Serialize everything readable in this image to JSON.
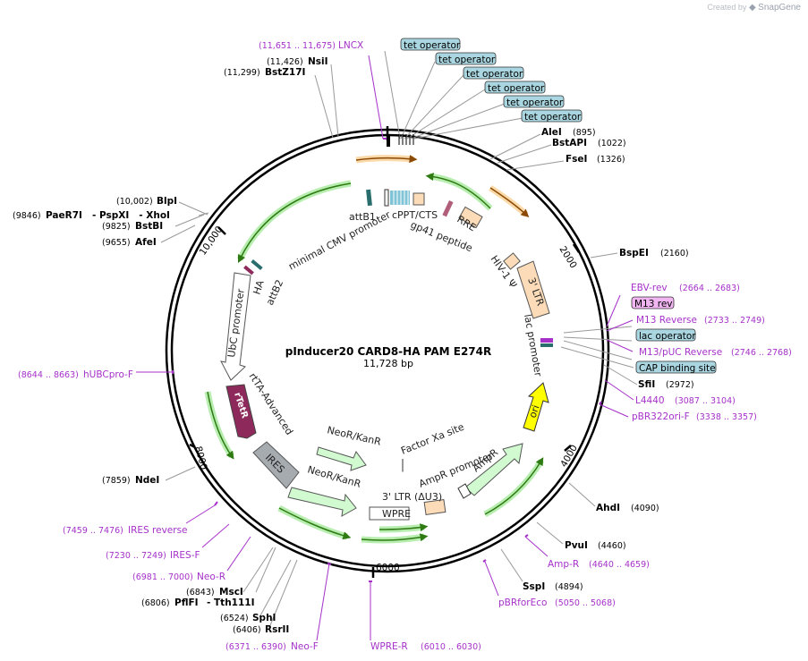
{
  "credit": {
    "prefix": "Created by",
    "brand": "SnapGene"
  },
  "plasmid": {
    "name": "pInducer20 CARD8-HA PAM E274R",
    "length_label": "11,728 bp",
    "length": 11728
  },
  "ticks": [
    "2000",
    "4000",
    "6000",
    "8000",
    "10,000"
  ],
  "enzymes": [
    {
      "name": "NsiI",
      "pos": "(11,426)"
    },
    {
      "name": "BstZ17I",
      "pos": "(11,299)"
    },
    {
      "name": "AleI",
      "pos": "(895)"
    },
    {
      "name": "BstAPI",
      "pos": "(1022)"
    },
    {
      "name": "FseI",
      "pos": "(1326)"
    },
    {
      "name": "BspEI",
      "pos": "(2160)"
    },
    {
      "name": "SfiI",
      "pos": "(2972)"
    },
    {
      "name": "AhdI",
      "pos": "(4090)"
    },
    {
      "name": "PvuI",
      "pos": "(4460)"
    },
    {
      "name": "SspI",
      "pos": "(4894)"
    },
    {
      "name": "RsrII",
      "pos": "(6406)"
    },
    {
      "name": "SphI",
      "pos": "(6524)"
    },
    {
      "name": "PflFI",
      "pos": "(6806)",
      "extra": "- Tth111I"
    },
    {
      "name": "MscI",
      "pos": "(6843)"
    },
    {
      "name": "NdeI",
      "pos": "(7859)"
    },
    {
      "name": "AfeI",
      "pos": "(9655)"
    },
    {
      "name": "BstBI",
      "pos": "(9825)"
    },
    {
      "name": "PaeR7I",
      "pos": "(9846)",
      "extra": "- PspXI   - XhoI"
    },
    {
      "name": "BlpI",
      "pos": "(10,002)"
    }
  ],
  "primers": [
    {
      "name": "LNCX",
      "pos": "(11,651 .. 11,675)"
    },
    {
      "name": "EBV-rev",
      "pos": "(2664 .. 2683)"
    },
    {
      "name": "M13 Reverse",
      "pos": "(2733 .. 2749)"
    },
    {
      "name": "M13/pUC Reverse",
      "pos": "(2746 .. 2768)"
    },
    {
      "name": "L4440",
      "pos": "(3087 .. 3104)"
    },
    {
      "name": "pBR322ori-F",
      "pos": "(3338 .. 3357)"
    },
    {
      "name": "Amp-R",
      "pos": "(4640 .. 4659)"
    },
    {
      "name": "pBRforEco",
      "pos": "(5050 .. 5068)"
    },
    {
      "name": "WPRE-R",
      "pos": "(6010 .. 6030)"
    },
    {
      "name": "Neo-F",
      "pos": "(6371 .. 6390)"
    },
    {
      "name": "Neo-R",
      "pos": "(6981 .. 7000)"
    },
    {
      "name": "IRES-F",
      "pos": "(7230 .. 7249)"
    },
    {
      "name": "IRES reverse",
      "pos": "(7459 .. 7476)"
    },
    {
      "name": "hUBCpro-F",
      "pos": "(8644 .. 8663)"
    }
  ],
  "boxed_labels": [
    {
      "name": "tet operator"
    },
    {
      "name": "tet operator"
    },
    {
      "name": "tet operator"
    },
    {
      "name": "tet operator"
    },
    {
      "name": "tet operator"
    },
    {
      "name": "tet operator"
    },
    {
      "name": "M13 rev"
    },
    {
      "name": "lac operator"
    },
    {
      "name": "CAP binding site"
    }
  ],
  "features": [
    {
      "name": "attB1"
    },
    {
      "name": "cPPT/CTS"
    },
    {
      "name": "RRE"
    },
    {
      "name": "gp41 peptide"
    },
    {
      "name": "minimal CMV promoter"
    },
    {
      "name": "HIV-1 Ψ"
    },
    {
      "name": "3' LTR"
    },
    {
      "name": "lac promoter"
    },
    {
      "name": "ori"
    },
    {
      "name": "AmpR"
    },
    {
      "name": "AmpR promoter"
    },
    {
      "name": "Factor Xa site"
    },
    {
      "name": "NeoR/KanR"
    },
    {
      "name": "NeoR/KanR"
    },
    {
      "name": "3' LTR (ΔU3)"
    },
    {
      "name": "WPRE"
    },
    {
      "name": "IRES"
    },
    {
      "name": "rtTA-Advanced"
    },
    {
      "name": "rTetR"
    },
    {
      "name": "UbC promoter"
    },
    {
      "name": "HA"
    },
    {
      "name": "attB2"
    }
  ],
  "colors": {
    "backbone": "#000000",
    "enzyme_line": "#999999",
    "primer": "#a531c9",
    "cds_green": "#d1fad1",
    "cds_border": "#5aa03c",
    "orange_arrow": "#e08a18",
    "operator_box": "#a9d6e0",
    "ori": "#ffff00",
    "rtetr": "#8e2a5b",
    "ires": "#a6abb0",
    "ltr": "#fcdcb8"
  }
}
